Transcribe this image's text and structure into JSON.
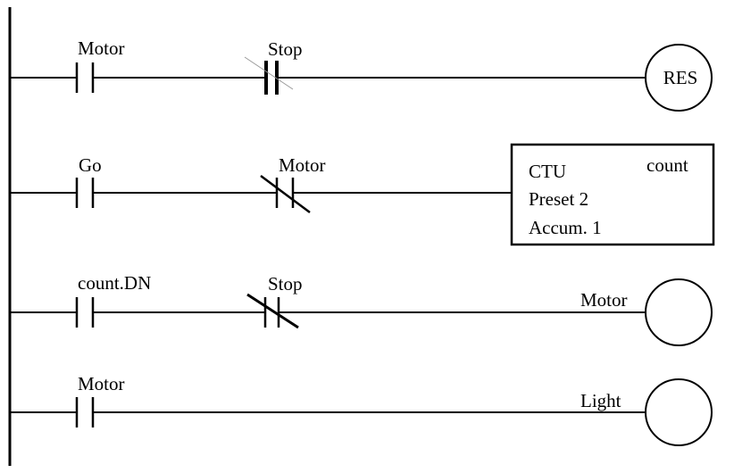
{
  "rungs": [
    {
      "contacts": [
        {
          "label": "Motor",
          "type": "NO"
        },
        {
          "label": "Stop",
          "type": "NO-bold"
        }
      ],
      "output": {
        "kind": "coil",
        "inner_label": "RES",
        "label": ""
      }
    },
    {
      "contacts": [
        {
          "label": "Go",
          "type": "NO"
        },
        {
          "label": "Motor",
          "type": "NC"
        }
      ],
      "output": {
        "kind": "counter",
        "instruction": "CTU",
        "tag": "count",
        "preset_line": "Preset 2",
        "accum_line": "Accum. 1"
      }
    },
    {
      "contacts": [
        {
          "label": "count.DN",
          "type": "NO"
        },
        {
          "label": "Stop",
          "type": "NC"
        }
      ],
      "output": {
        "kind": "coil",
        "inner_label": "",
        "label": "Motor"
      }
    },
    {
      "contacts": [
        {
          "label": "Motor",
          "type": "NO"
        }
      ],
      "output": {
        "kind": "coil",
        "inner_label": "",
        "label": "Light"
      }
    }
  ]
}
